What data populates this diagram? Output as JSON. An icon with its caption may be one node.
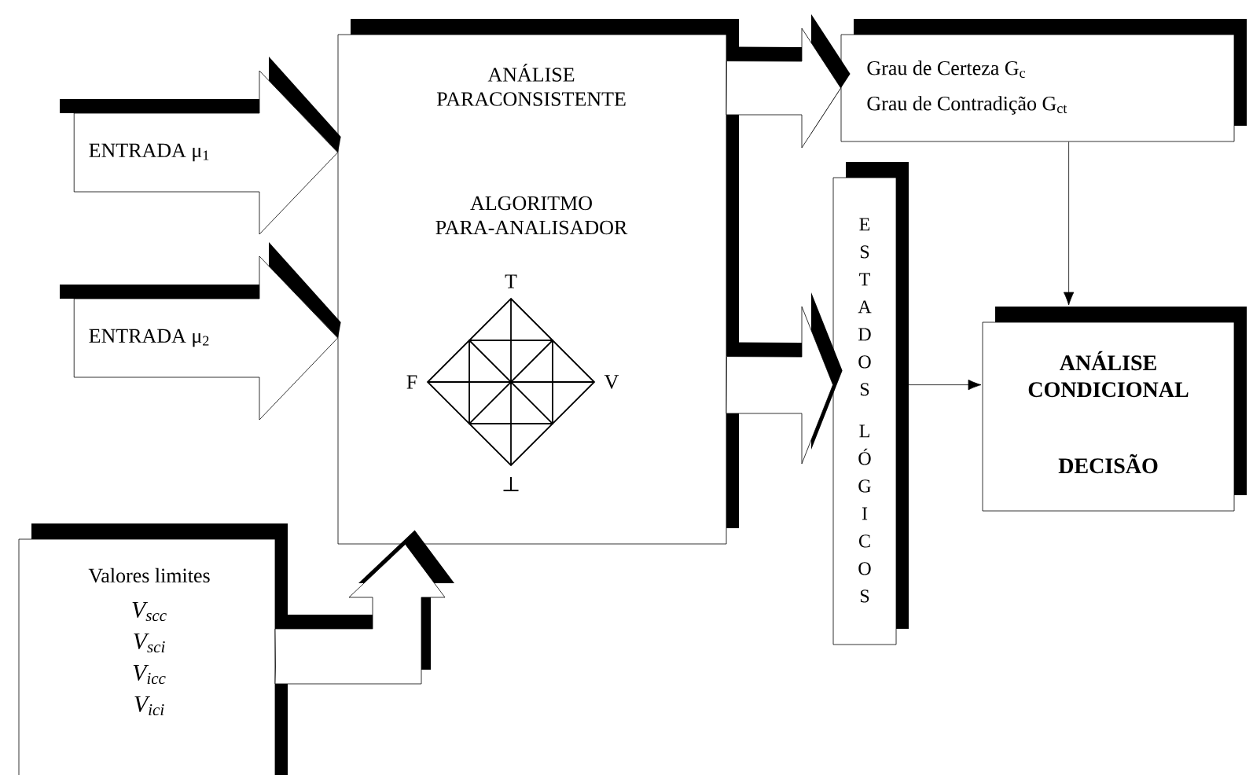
{
  "diagram": {
    "nodes": [
      {
        "text": [
          "ENTRADA μ$_{1}$"
        ]
      },
      {
        "text": [
          "ENTRADA μ$_{2}$"
        ]
      },
      {
        "text": [
          "ANÁLISE PARACONSISTENTE",
          "ALGORITMO PARA-ANALISADOR"
        ]
      },
      {
        "text": [
          "Valores limites",
          "V$_{scc}$",
          "V$_{sci}$",
          "V$_{icc}$",
          "V$_{ici}$"
        ]
      },
      {
        "text": [
          "Grau de Certeza G$_{c}$",
          "Grau de Contradição G$_{ct}$"
        ]
      },
      {
        "text": [
          "ESTADOS LÓGICOS"
        ]
      },
      {
        "text": [
          "ANÁLISE CONDICIONAL",
          "DECISÃO"
        ]
      }
    ],
    "edges": [
      {
        "from": 0,
        "to": 2,
        "arrow": "to"
      },
      {
        "from": 1,
        "to": 2,
        "arrow": "to"
      },
      {
        "from": 3,
        "to": 2,
        "arrow": "to"
      },
      {
        "from": 2,
        "to": 4,
        "arrow": "to"
      },
      {
        "from": 2,
        "to": 5,
        "arrow": "to"
      },
      {
        "from": 4,
        "to": 6,
        "arrow": "to"
      },
      {
        "from": 5,
        "to": 6,
        "arrow": "to"
      }
    ],
    "labels": [
      "T",
      "F",
      "V",
      "⊥"
    ]
  }
}
